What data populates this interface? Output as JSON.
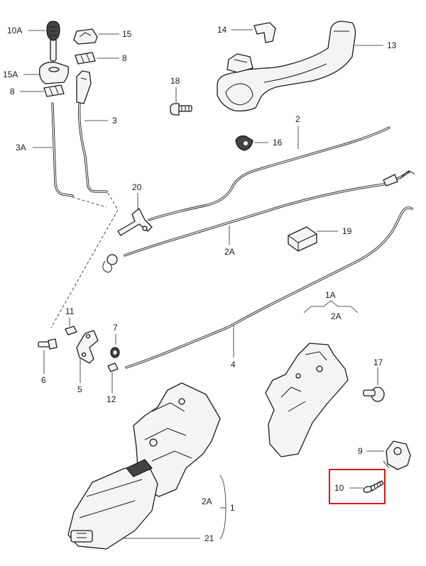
{
  "colors": {
    "highlight": "#d9141e",
    "ink": "#1a1a1a"
  },
  "callouts": {
    "c10A": "10A",
    "c15_top": "15",
    "c8_top": "8",
    "c15A": "15A",
    "c8_left": "8",
    "c3": "3",
    "c3A": "3A",
    "c14": "14",
    "c13": "13",
    "c18": "18",
    "c16": "16",
    "c2": "2",
    "c20": "20",
    "c2A_mid": "2A",
    "c19": "19",
    "c11": "11",
    "c7": "7",
    "c6": "6",
    "c5": "5",
    "c12": "12",
    "c4": "4",
    "c1A": "1A",
    "c2A_bracket": "2A",
    "c17": "17",
    "c9": "9",
    "c10": "10",
    "c2A_lower": "2A",
    "c1": "1",
    "c21": "21"
  }
}
